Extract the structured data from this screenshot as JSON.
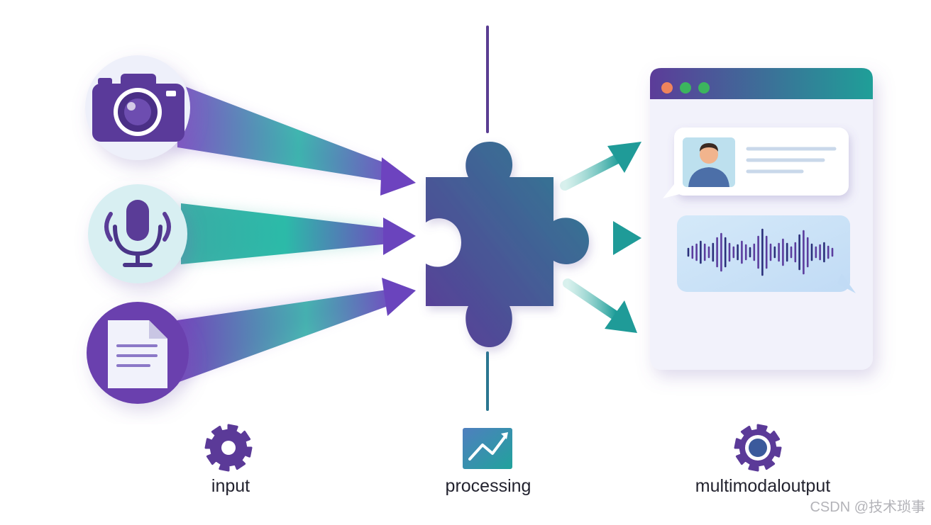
{
  "diagram": {
    "inputs": [
      {
        "name": "camera",
        "icon": "camera-icon"
      },
      {
        "name": "microphone",
        "icon": "microphone-icon"
      },
      {
        "name": "document",
        "icon": "document-icon"
      }
    ],
    "core_icon": "puzzle-piece-icon",
    "output_window": {
      "traffic_lights": [
        "#f0845c",
        "#3cb55e",
        "#3cb55e"
      ],
      "cards": [
        {
          "type": "profile-message",
          "icon": "user-avatar-icon"
        },
        {
          "type": "audio-message",
          "icon": "waveform-icon"
        }
      ]
    },
    "timeline": {
      "stages": [
        {
          "label": "input",
          "icon": "gear-icon"
        },
        {
          "label": "processing",
          "icon": "chart-icon"
        },
        {
          "label": "multimodaloutput",
          "icon": "gear-target-icon"
        }
      ]
    },
    "watermark": "CSDN @技术琐事",
    "colors": {
      "purple": "#5b3a98",
      "violet": "#8a55c8",
      "teal": "#1fa69a",
      "dark_teal": "#247e8c",
      "window_bar": "#6a4a9c"
    }
  }
}
